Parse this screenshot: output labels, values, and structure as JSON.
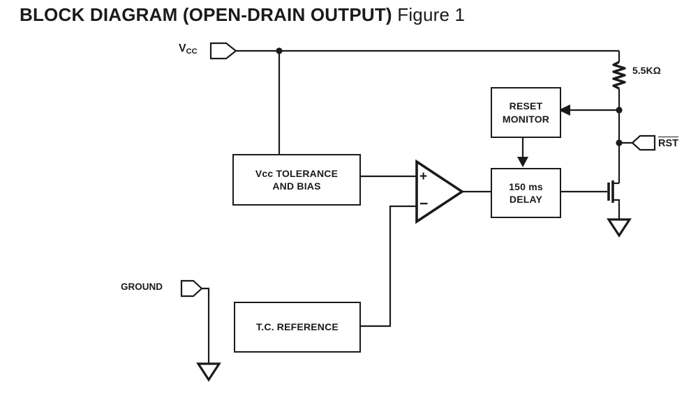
{
  "title": {
    "bold": "BLOCK DIAGRAM (OPEN-DRAIN OUTPUT)",
    "regular": "Figure 1"
  },
  "colors": {
    "ink": "#1a1a1a",
    "background": "#ffffff"
  },
  "pins": {
    "vcc": {
      "main": "V",
      "sub": "CC"
    },
    "ground": {
      "label": "GROUND"
    },
    "rst": {
      "label": "RST"
    }
  },
  "components": {
    "resistor": {
      "value": "5.5KΩ"
    },
    "reset_monitor": {
      "line1": "RESET",
      "line2": "MONITOR"
    },
    "vcc_tolerance": {
      "line1": "Vcc TOLERANCE",
      "line2": "AND BIAS"
    },
    "delay": {
      "line1": "150 ms",
      "line2": "DELAY"
    },
    "tc_reference": {
      "label": "T.C. REFERENCE"
    },
    "comparator": {
      "plus": "+",
      "minus": "−"
    }
  }
}
